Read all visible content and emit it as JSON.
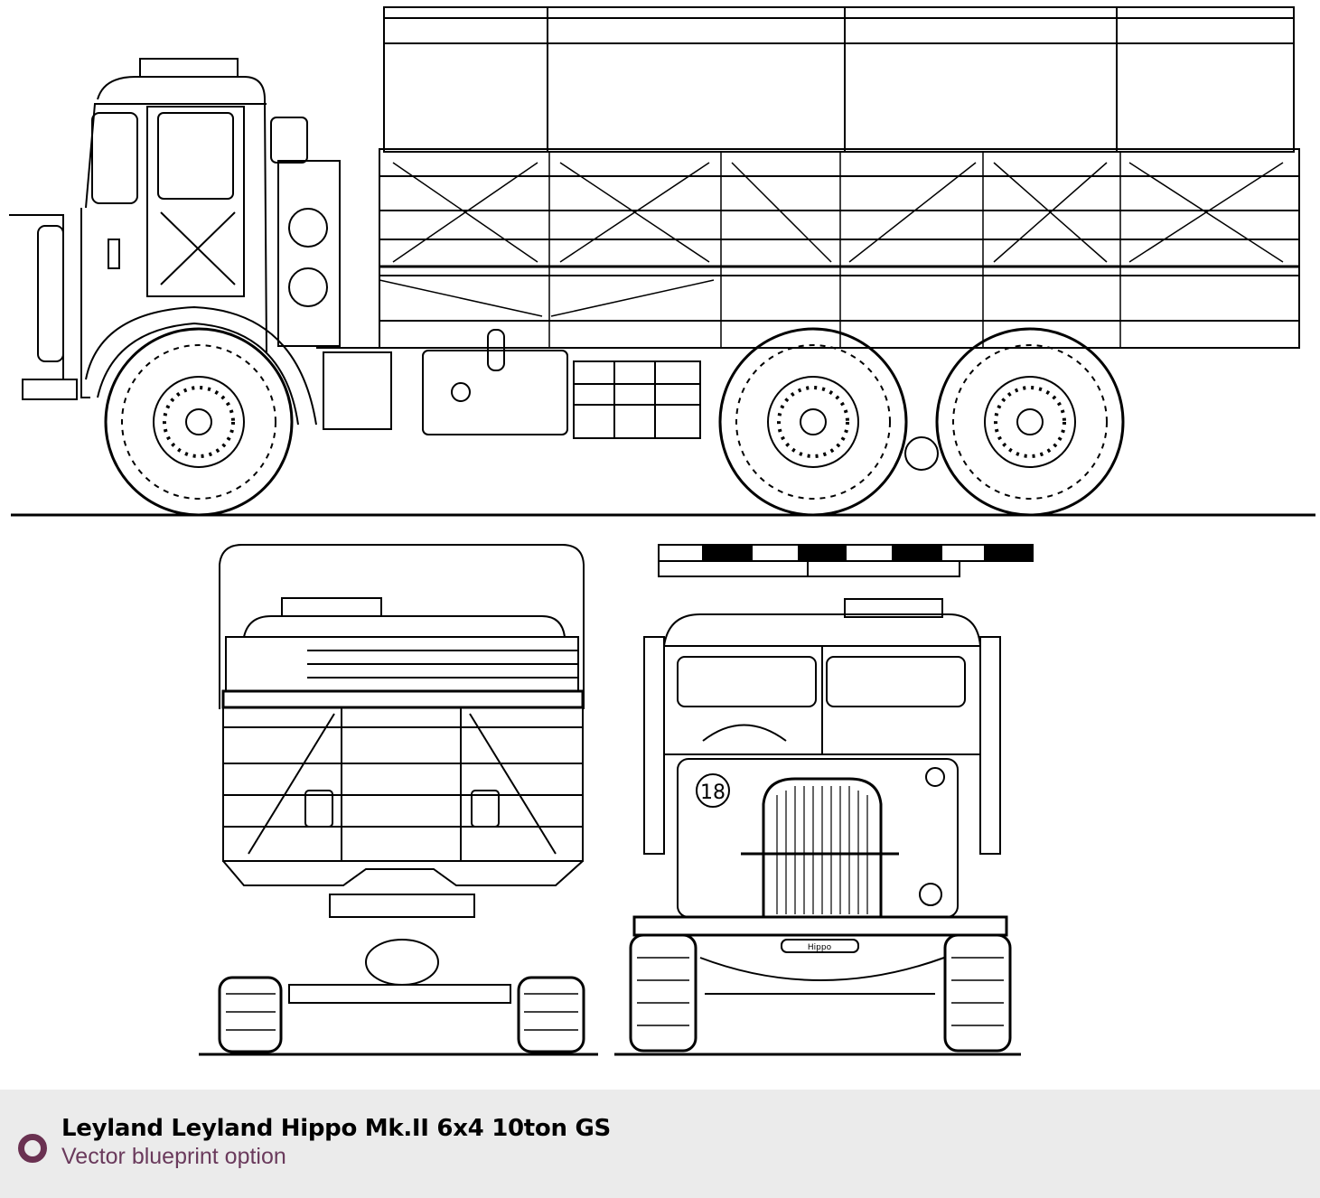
{
  "caption": {
    "title": "Leyland Leyland Hippo Mk.II 6x4 10ton GS",
    "subtitle": "Vector blueprint option",
    "accent_color": "#6a3151"
  },
  "drawing": {
    "front_plate_number": "18",
    "grille_badge": "Hippo"
  }
}
